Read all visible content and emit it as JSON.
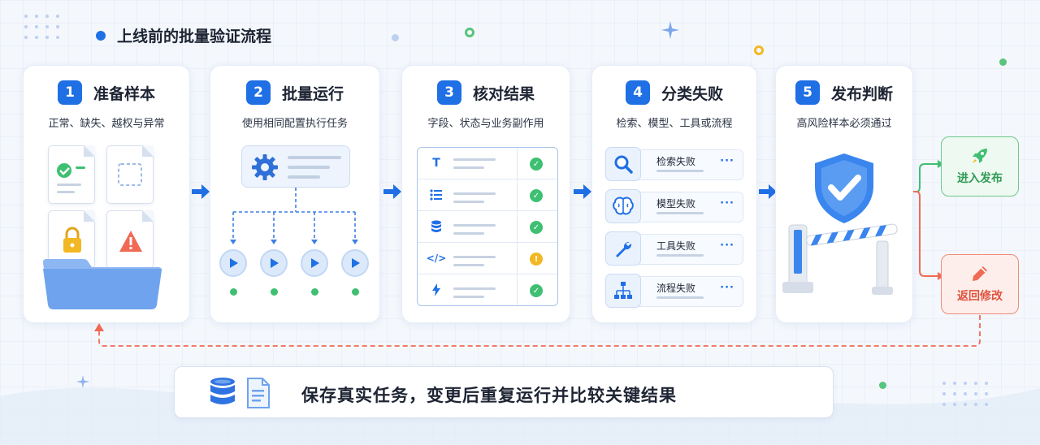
{
  "header": {
    "title": "上线前的批量验证流程"
  },
  "steps": [
    {
      "number": "1",
      "title": "准备样本",
      "subtitle": "正常、缺失、越权与异常"
    },
    {
      "number": "2",
      "title": "批量运行",
      "subtitle": "使用相同配置执行任务"
    },
    {
      "number": "3",
      "title": "核对结果",
      "subtitle": "字段、状态与业务副作用"
    },
    {
      "number": "4",
      "title": "分类失败",
      "subtitle": "检索、模型、工具或流程"
    },
    {
      "number": "5",
      "title": "发布判断",
      "subtitle": "高风险样本必须通过"
    }
  ],
  "failure_categories": [
    {
      "label": "检索失败",
      "icon": "magnifier-icon"
    },
    {
      "label": "模型失败",
      "icon": "brain-icon"
    },
    {
      "label": "工具失败",
      "icon": "wrench-icon"
    },
    {
      "label": "流程失败",
      "icon": "flowchart-icon"
    }
  ],
  "check_rows": [
    {
      "icon": "text-icon",
      "status": "pass"
    },
    {
      "icon": "list-icon",
      "status": "pass"
    },
    {
      "icon": "database-icon",
      "status": "pass"
    },
    {
      "icon": "code-icon",
      "status": "warning"
    },
    {
      "icon": "lightning-icon",
      "status": "pass"
    }
  ],
  "outcomes": {
    "release": {
      "label": "进入发布",
      "icon": "rocket-icon"
    },
    "revise": {
      "label": "返回修改",
      "icon": "pencil-icon"
    }
  },
  "footer": {
    "text": "保存真实任务，变更后重复运行并比较关键结果"
  },
  "colors": {
    "accent": "#1f6fe5",
    "pass": "#3fbf72",
    "warning": "#f2b824",
    "danger": "#f06a55",
    "release_bg": "#eef9f1",
    "revise_bg": "#fdeeeb"
  }
}
